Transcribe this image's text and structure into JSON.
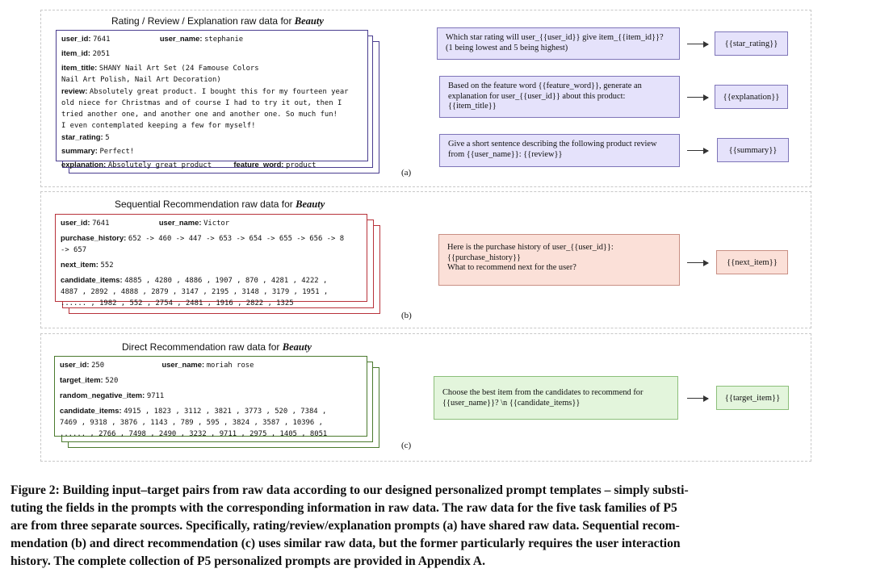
{
  "panel_a": {
    "title": "Rating / Review / Explanation raw data for",
    "title_emph": "Beauty",
    "label": "(a)",
    "colors": {
      "border": "#4a3d8f",
      "prompt_fill": "#e5e2fb",
      "prompt_border": "#7e75b8"
    },
    "fields": {
      "user_id_key": "user_id",
      "user_id_val": "7641",
      "user_name_key": "user_name",
      "user_name_val": "stephanie",
      "item_id_key": "item_id",
      "item_id_val": "2051",
      "item_title_key": "item_title",
      "item_title_line1": "SHANY Nail Art Set (24 Famouse Colors",
      "item_title_line2": "Nail Art Polish, Nail Art Decoration)",
      "review_key": "review",
      "review_line1": "Absolutely great product. I bought this for my fourteen year",
      "review_line2": "old niece for Christmas and of course I had to try it out, then I",
      "review_line3": "tried another one, and another one and another one.  So much fun!",
      "review_line4": "I even contemplated keeping a few for myself!",
      "star_rating_key": "star_rating",
      "star_rating_val": "5",
      "summary_key": "summary",
      "summary_val": "Perfect!",
      "explanation_key": "explanation",
      "explanation_val": "Absolutely great product",
      "feature_word_key": "feature_word",
      "feature_word_val": "product"
    },
    "prompts": [
      {
        "line1": "Which star rating will user_{{user_id}} give item_{{item_id}}?",
        "line2": "(1 being lowest and 5 being highest)",
        "target": "{{star_rating}}"
      },
      {
        "line1": "Based on the feature word {{feature_word}}, generate an",
        "line2": "explanation for user_{{user_id}} about this product:",
        "line3": "{{item_title}}",
        "target": "{{explanation}}"
      },
      {
        "line1": "Give a short sentence describing the following product review",
        "line2": "from {{user_name}}: {{review}}",
        "target": "{{summary}}"
      }
    ]
  },
  "panel_b": {
    "title": "Sequential Recommendation raw data for",
    "title_emph": "Beauty",
    "label": "(b)",
    "colors": {
      "border": "#b8323a",
      "prompt_fill": "#fbe0d8",
      "prompt_border": "#c98f84"
    },
    "fields": {
      "user_id_key": "user_id",
      "user_id_val": "7641",
      "user_name_key": "user_name",
      "user_name_val": "Victor",
      "purchase_history_key": "purchase_history",
      "purchase_history_line1": "652 -> 460 -> 447 -> 653 -> 654 -> 655 -> 656 -> 8",
      "purchase_history_line2": "-> 657",
      "next_item_key": "next_item",
      "next_item_val": "552",
      "candidate_items_key": "candidate_items",
      "candidate_line1": "4885 , 4280 , 4886 , 1907 , 870 , 4281 , 4222 ,",
      "candidate_line2": "4887 , 2892 , 4888 , 2879 , 3147 , 2195 , 3148 , 3179 , 1951 ,",
      "candidate_line3": "...... , 1982 , 552 , 2754 , 2481 , 1916 , 2822 , 1325"
    },
    "prompt": {
      "line1": "Here is the purchase history of user_{{user_id}}:",
      "line2": "{{purchase_history}}",
      "line3": "What to recommend next for the user?",
      "target": "{{next_item}}"
    }
  },
  "panel_c": {
    "title": "Direct Recommendation raw data for",
    "title_emph": "Beauty",
    "label": "(c)",
    "colors": {
      "border": "#4b7a2e",
      "prompt_fill": "#e3f5dc",
      "prompt_border": "#8cbf7a"
    },
    "fields": {
      "user_id_key": "user_id",
      "user_id_val": "250",
      "user_name_key": "user_name",
      "user_name_val": "moriah rose",
      "target_item_key": "target_item",
      "target_item_val": "520",
      "random_negative_item_key": "random_negative_item",
      "random_negative_item_val": "9711",
      "candidate_items_key": "candidate_items",
      "candidate_line1": "4915 , 1823 , 3112 , 3821 , 3773 , 520 , 7384 ,",
      "candidate_line2": "7469 , 9318 , 3876 , 1143 , 789 , 595 , 3824 , 3587 , 10396 ,",
      "candidate_line3": "...... , 2766 , 7498 , 2490 , 3232 , 9711 , 2975 , 1405 , 8051"
    },
    "prompt": {
      "line1": "Choose the best item from the candidates to recommend for",
      "line2": "{{user_name}}? \\n {{candidate_items}}",
      "target": "{{target_item}}"
    }
  },
  "caption": {
    "line1": "Figure 2: Building input–target pairs from raw data according to our designed personalized prompt templates – simply substi-",
    "line2": "tuting the fields in the prompts with the corresponding information in raw data. The raw data for the five task families of P5",
    "line3": "are from three separate sources. Specifically, rating/review/explanation prompts (a) have shared raw data. Sequential recom-",
    "line4": "mendation (b) and direct recommendation (c) uses similar raw data, but the former particularly requires the user interaction",
    "line5": "history. The complete collection of P5 personalized prompts are provided in Appendix A."
  }
}
